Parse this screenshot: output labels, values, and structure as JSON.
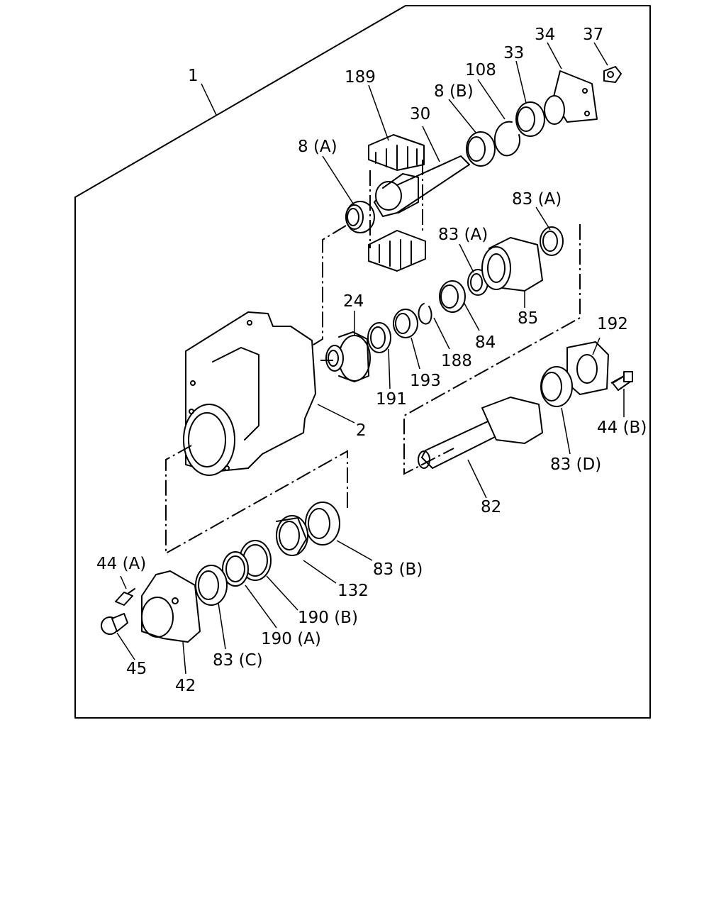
{
  "labels": {
    "l1": "1",
    "l189": "189",
    "l108": "108",
    "l8b": "8 (B)",
    "l33": "33",
    "l34": "34",
    "l37": "37",
    "l30": "30",
    "l8a": "8 (A)",
    "l83a_top": "83 (A)",
    "l83a_mid": "83 (A)",
    "l24": "24",
    "l85": "85",
    "l84": "84",
    "l188": "188",
    "l193": "193",
    "l191": "191",
    "l192": "192",
    "l2": "2",
    "l44b": "44 (B)",
    "l83d": "83 (D)",
    "l82": "82",
    "l44a": "44 (A)",
    "l83b": "83 (B)",
    "l132": "132",
    "l190b": "190 (B)",
    "l190a": "190 (A)",
    "l83c": "83 (C)",
    "l45": "45",
    "l42": "42"
  },
  "colors": {
    "line": "#000000",
    "background": "#ffffff"
  }
}
